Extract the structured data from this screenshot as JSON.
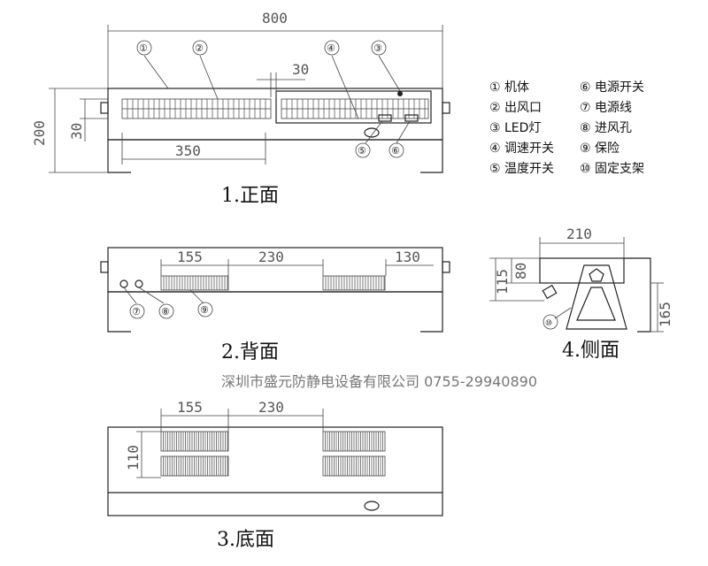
{
  "views": {
    "front": {
      "caption": "1.正面",
      "dims": {
        "length": "800",
        "gap": "30",
        "height": "200",
        "inner": "30",
        "span": "350"
      },
      "markers": [
        "①",
        "②",
        "④",
        "③",
        "⑤",
        "⑥"
      ]
    },
    "back": {
      "caption": "2.背面",
      "dims": {
        "left_offset": "155",
        "middle": "230",
        "right": "130"
      },
      "markers": [
        "⑦",
        "⑧",
        "⑨"
      ]
    },
    "bottom": {
      "caption": "3.底面",
      "dims": {
        "left_offset": "155",
        "middle": "230",
        "height": "110"
      }
    },
    "side": {
      "caption": "4.侧面",
      "dims": {
        "width": "210",
        "h115": "115",
        "h80": "80",
        "h165": "165"
      },
      "marker": "⑩"
    }
  },
  "legend": [
    {
      "num": "①",
      "text": "机体"
    },
    {
      "num": "⑥",
      "text": "电源开关"
    },
    {
      "num": "②",
      "text": "出风口"
    },
    {
      "num": "⑦",
      "text": "电源线"
    },
    {
      "num": "③",
      "text": "LED灯"
    },
    {
      "num": "⑧",
      "text": "进风孔"
    },
    {
      "num": "④",
      "text": "调速开关"
    },
    {
      "num": "⑨",
      "text": "保险"
    },
    {
      "num": "⑤",
      "text": "温度开关"
    },
    {
      "num": "⑩",
      "text": "固定支架"
    }
  ],
  "company": "深圳市盛元防静电设备有限公司 0755-29940890"
}
